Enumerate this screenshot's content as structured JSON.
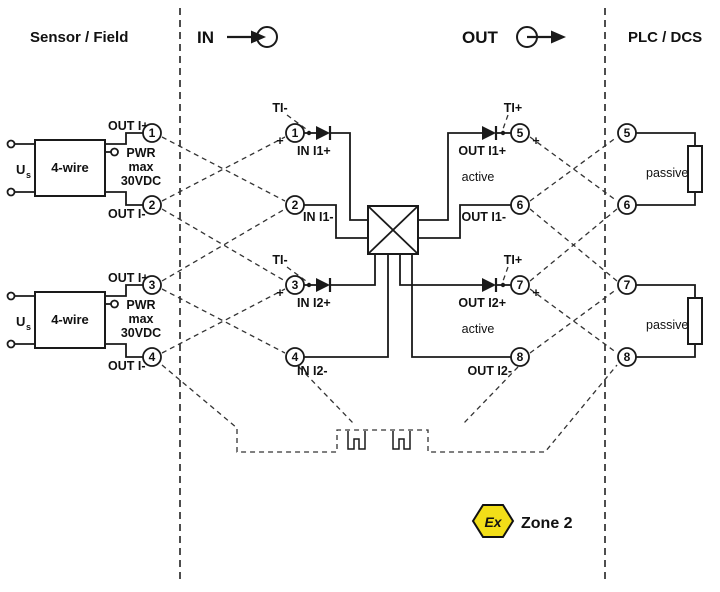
{
  "header": {
    "left_zone": "Sensor / Field",
    "in_label": "IN",
    "out_label": "OUT",
    "right_zone": "PLC / DCS"
  },
  "field_device_1": {
    "source_label": "U",
    "source_sub": "s",
    "box_label": "4-wire",
    "out_plus": "OUT I+",
    "pwr_1": "PWR",
    "pwr_2": "max",
    "pwr_3": "30VDC",
    "out_minus": "OUT I-"
  },
  "field_device_2": {
    "source_label": "U",
    "source_sub": "s",
    "box_label": "4-wire",
    "out_plus": "OUT I+",
    "pwr_1": "PWR",
    "pwr_2": "max",
    "pwr_3": "30VDC",
    "out_minus": "OUT I-"
  },
  "terminals": {
    "left": [
      "1",
      "2",
      "3",
      "4"
    ],
    "in": [
      "1",
      "2",
      "3",
      "4"
    ],
    "out": [
      "5",
      "6",
      "7",
      "8"
    ],
    "right": [
      "5",
      "6",
      "7",
      "8"
    ]
  },
  "channel_1": {
    "ti_minus": "TI-",
    "ti_plus": "TI+",
    "plus_in": "+",
    "plus_out": "+",
    "in_plus": "IN I1+",
    "in_minus": "IN I1-",
    "out_plus": "OUT I1+",
    "out_minus": "OUT I1-",
    "active": "active"
  },
  "channel_2": {
    "ti_minus": "TI-",
    "ti_plus": "TI+",
    "plus_in": "+",
    "plus_out": "+",
    "in_plus": "IN I2+",
    "in_minus": "IN I2-",
    "out_plus": "OUT I2+",
    "out_minus": "OUT I2-",
    "active": "active"
  },
  "plc": {
    "passive_1": "passive",
    "passive_2": "passive"
  },
  "footer": {
    "ex_symbol": "Ex",
    "zone": "Zone 2"
  },
  "colors": {
    "line": "#1a1a1a",
    "ex_yellow": "#F2DE18"
  }
}
